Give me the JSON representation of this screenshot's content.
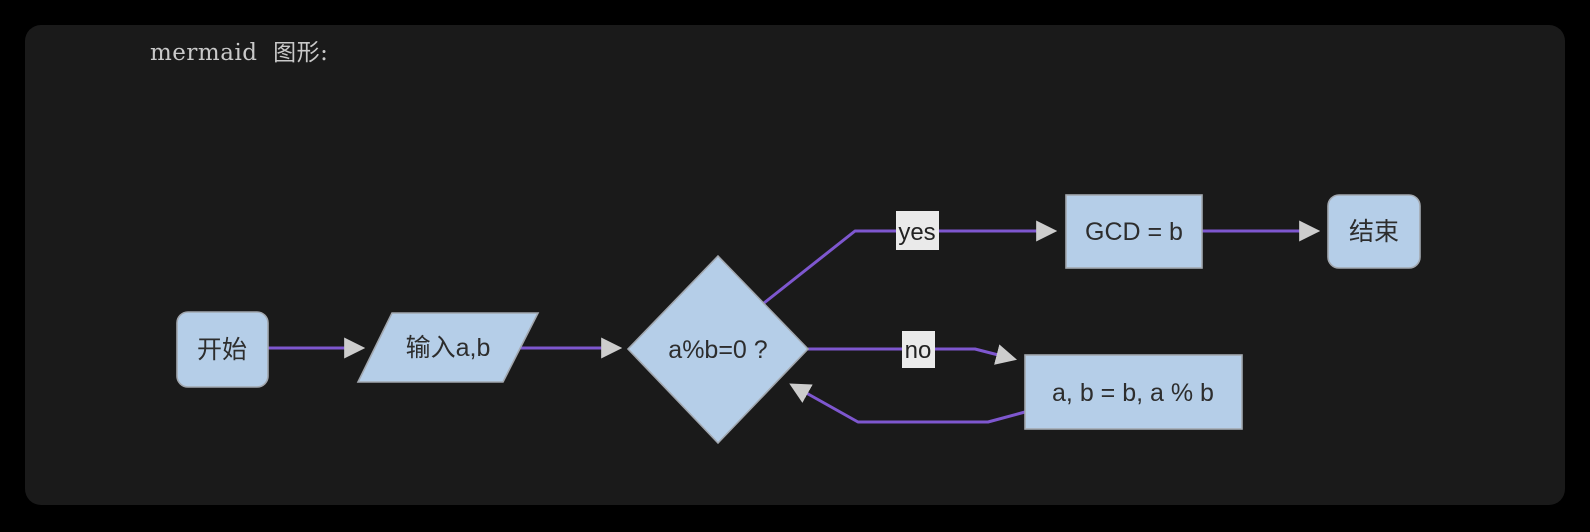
{
  "title": "mermaid  图形:",
  "flowchart": {
    "nodes": {
      "start": "开始",
      "input": "输入a,b",
      "decision": "a%b=0 ?",
      "assign_gcd": "GCD = b",
      "end": "结束",
      "update": "a, b = b, a % b"
    },
    "edge_labels": {
      "yes": "yes",
      "no": "no"
    },
    "colors": {
      "page_bg": "#000000",
      "panel_bg": "#1a1a1a",
      "node_fill": "#b5cee8",
      "node_border": "#a2a8b0",
      "node_text": "#2d2d2d",
      "edge_line": "#7e57cf",
      "arrowhead": "#cdcdcd",
      "edge_label_bg": "#eaeaea",
      "title_text": "#c9c9c9"
    }
  }
}
